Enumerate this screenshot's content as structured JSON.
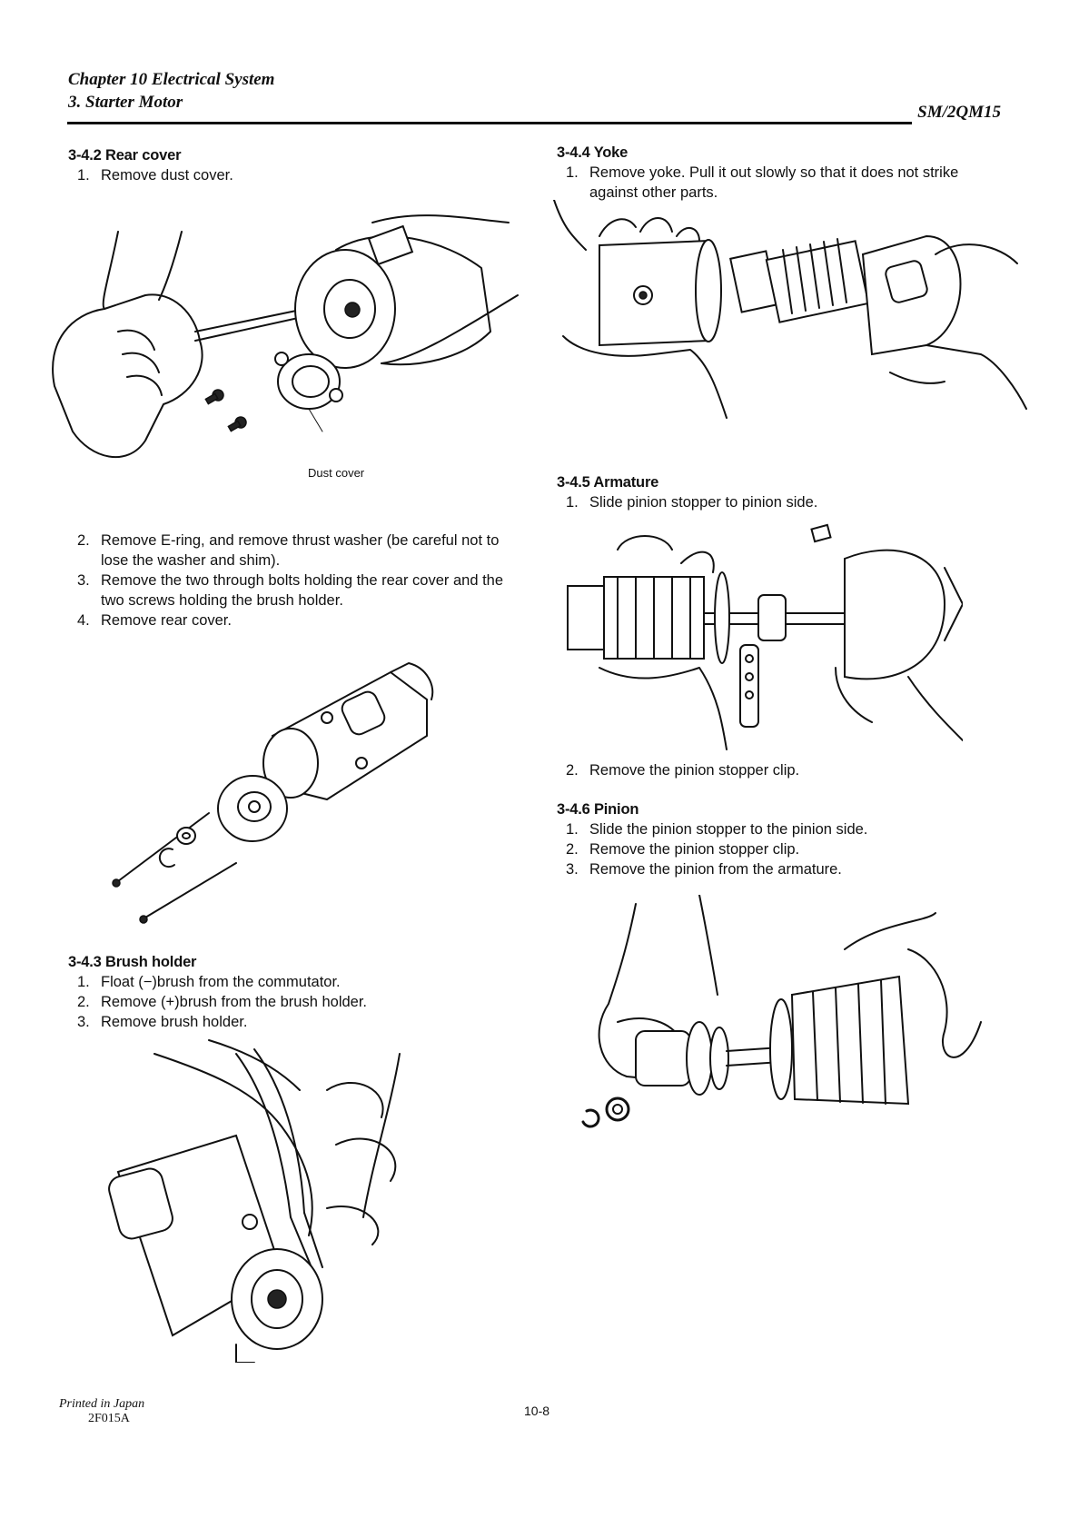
{
  "header": {
    "chapter": "Chapter 10 Electrical System",
    "section": "3. Starter Motor",
    "model": "SM/2QM15"
  },
  "sections": {
    "rear_cover": {
      "title": "3-4.2 Rear cover",
      "steps_a": [
        "Remove dust cover."
      ],
      "caption": "Dust cover",
      "steps_b": [
        "Remove E-ring, and remove thrust washer (be careful not to lose the washer and shim).",
        "Remove the two through bolts holding the rear cover and the two screws holding the brush holder.",
        "Remove rear cover."
      ]
    },
    "brush_holder": {
      "title": "3-4.3 Brush holder",
      "steps": [
        "Float (−)brush from the commutator.",
        "Remove (+)brush from the brush holder.",
        "Remove brush holder."
      ]
    },
    "yoke": {
      "title": "3-4.4 Yoke",
      "steps": [
        "Remove yoke. Pull it out slowly so that it does not strike against other parts."
      ]
    },
    "armature": {
      "title": "3-4.5 Armature",
      "steps_a": [
        "Slide pinion stopper to pinion side."
      ],
      "steps_b": [
        "Remove the pinion stopper clip."
      ]
    },
    "pinion": {
      "title": "3-4.6 Pinion",
      "steps": [
        "Slide the pinion stopper to the pinion side.",
        "Remove the pinion stopper clip.",
        "Remove the pinion from the armature."
      ]
    }
  },
  "footer": {
    "printed": "Printed in Japan",
    "code": "2F015A",
    "page": "10-8"
  }
}
